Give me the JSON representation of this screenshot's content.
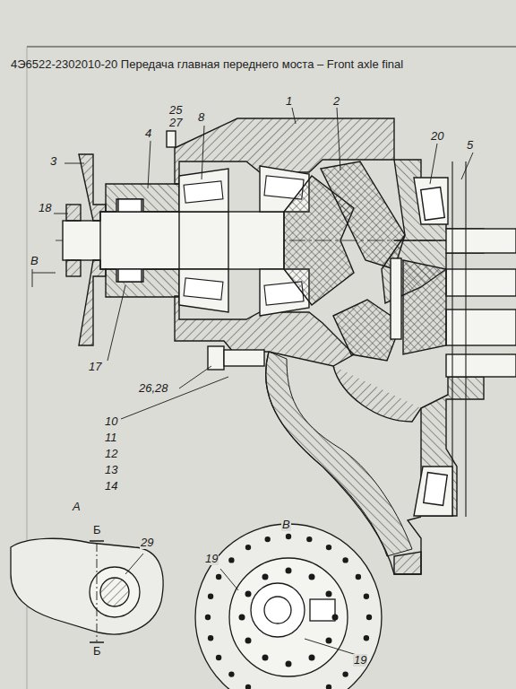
{
  "diagram": {
    "title": "4Э6522-2302010-20 Передача главная переднего моста – Front axle final",
    "labels": [
      "1",
      "2",
      "25",
      "27",
      "8",
      "4",
      "3",
      "20",
      "5",
      "18",
      "В",
      "17",
      "26,28",
      "10",
      "11",
      "12",
      "13",
      "14",
      "А",
      "Б",
      "29",
      "Б",
      "В",
      "19",
      "19"
    ]
  }
}
